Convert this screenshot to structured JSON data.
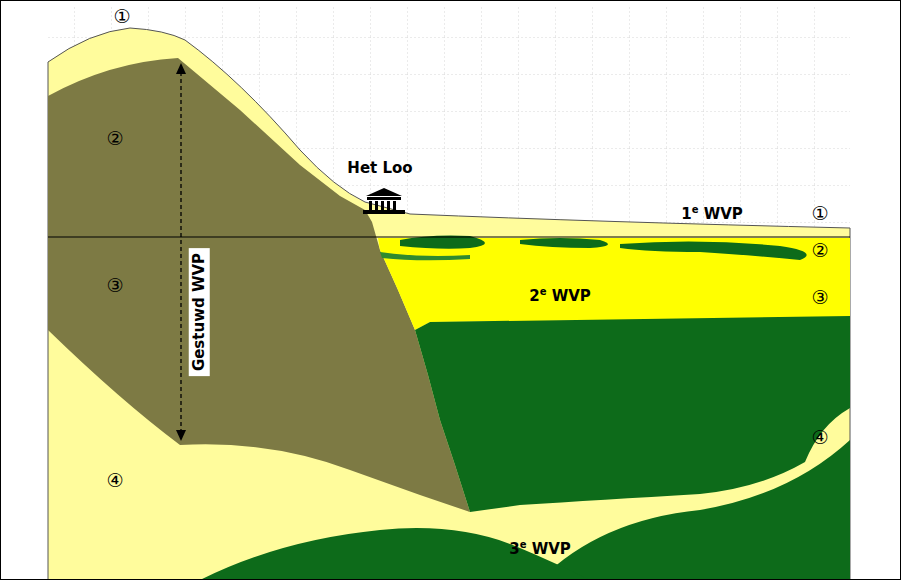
{
  "diagram": {
    "labels": [
      "①",
      "②",
      "③",
      "④",
      "Gestuwd WVP",
      "Het Loo",
      "1e WVP",
      "①",
      "②",
      "2e WVP",
      "③",
      "④",
      "3e WVP"
    ]
  }
}
